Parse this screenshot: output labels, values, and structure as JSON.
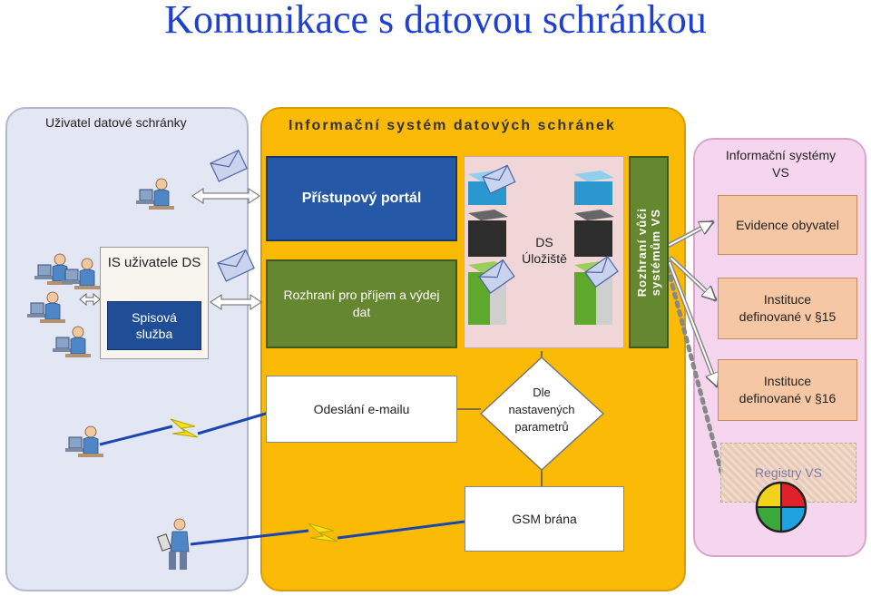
{
  "title": "Komunikace s datovou schránkou",
  "left_panel": {
    "title": "Uživatel  datové schránky",
    "is_box": "IS uživatele DS",
    "spisova": [
      "Spisová",
      "služba"
    ]
  },
  "middle_panel": {
    "title": "Informační systém datových schránek",
    "portal": "Přístupový portál",
    "rozhrani_prijem": [
      "Rozhraní pro příjem a výdej",
      "dat"
    ],
    "uloziste": [
      "DS",
      "Úložiště"
    ],
    "rozhrani_vs": [
      "Rozhraní vůči",
      "systémům VS"
    ],
    "odeslani": "Odeslání e-mailu",
    "diamond": [
      "Dle",
      "nastavených",
      "parametrů"
    ],
    "gsm": "GSM brána"
  },
  "right_panel": {
    "title": [
      "Informační systémy",
      "VS"
    ],
    "evidence": "Evidence obyvatel",
    "instituce15": [
      "Instituce",
      "definované v §15"
    ],
    "instituce16": [
      "Instituce",
      "definované v §16"
    ],
    "registry": "Registry VS"
  },
  "colors": {
    "title": "#1f3fd1",
    "panel_left": "#e3e6f3",
    "panel_middle": "#fbba05",
    "panel_right": "#f6d6ef",
    "portal": "#2558a6",
    "rozhrani": "#64872f",
    "lightning": "#f2e01a"
  }
}
